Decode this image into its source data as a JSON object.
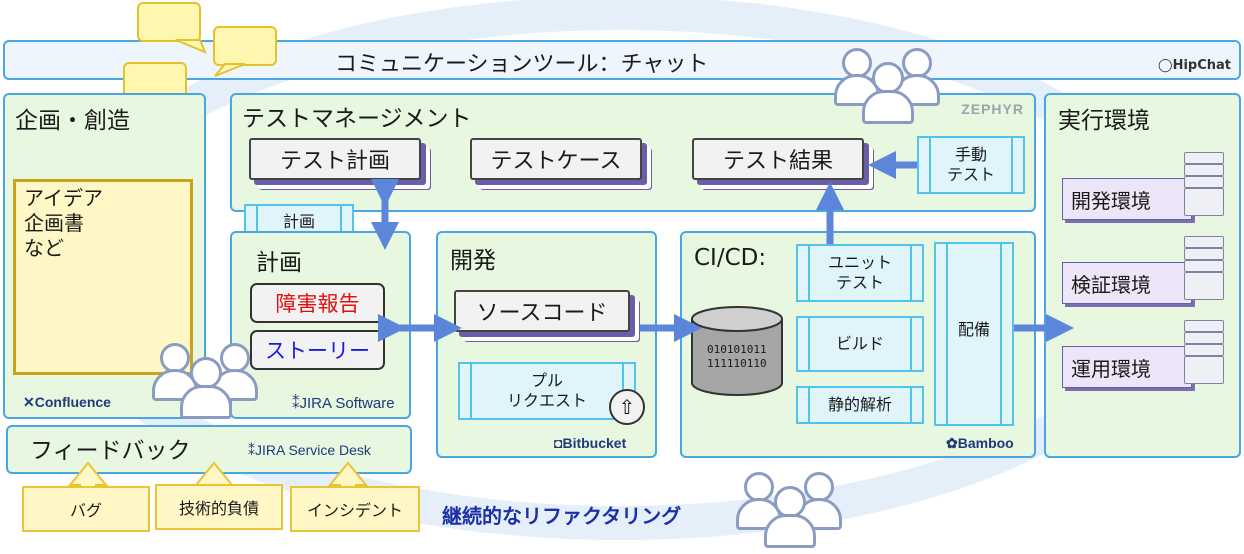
{
  "colors": {
    "panel_fill": "#e8f7e0",
    "panel_border": "#4aa6e0",
    "cyan": "#52c3ea",
    "arrow": "#5b86d9",
    "issue_text": "#e01010",
    "story_text": "#1a1add",
    "refactor_text": "#1b2fa8"
  },
  "chat": {
    "label": "コミュニケーションツール：チャット",
    "logo": "HipChat"
  },
  "planning": {
    "title": "企画・創造",
    "note_lines": [
      "アイデア",
      "企画書",
      "など"
    ],
    "logo": "Confluence"
  },
  "test_mgmt": {
    "title": "テストマネージメント",
    "logo": "ZEPHYR",
    "docs": [
      "テスト計画",
      "テストケース",
      "テスト結果"
    ],
    "manual_test": "手動\nテスト",
    "plan_tag": "計画"
  },
  "plan": {
    "title": "計画",
    "issue": "障害報告",
    "story": "ストーリー",
    "logo": "JIRA Software"
  },
  "dev": {
    "title": "開発",
    "source": "ソースコード",
    "pull_request": "プル\nリクエスト",
    "logo": "Bitbucket"
  },
  "cicd": {
    "title": "CI/CD:",
    "binary": [
      "010101011",
      "111110110"
    ],
    "steps": [
      "ユニット\nテスト",
      "ビルド",
      "静的解析"
    ],
    "deploy": "配備",
    "logo": "Bamboo"
  },
  "env": {
    "title": "実行環境",
    "items": [
      "開発環境",
      "検証環境",
      "運用環境"
    ]
  },
  "feedback": {
    "title": "フィードバック",
    "logo": "JIRA Service Desk",
    "items": [
      "バグ",
      "技術的負債",
      "インシデント"
    ]
  },
  "refactoring": "継続的なリファクタリング",
  "icons": [
    "chat-bubble-icon",
    "people-icon",
    "server-icon",
    "share-icon",
    "database-icon"
  ]
}
